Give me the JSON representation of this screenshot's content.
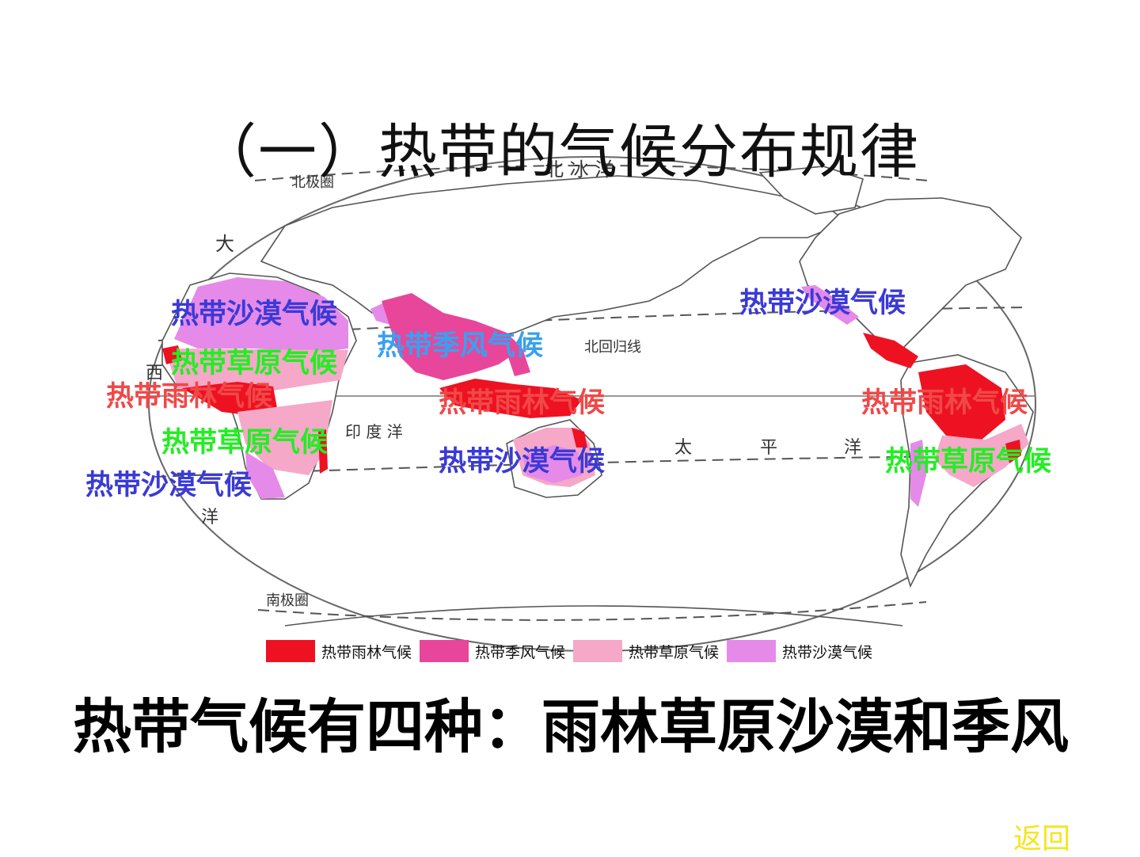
{
  "title": "（一）热带的气候分布规律",
  "colors": {
    "rainforest": "#ee1122",
    "monsoon": "#e8469a",
    "savanna": "#f5a8c8",
    "desert": "#e58ae8",
    "label_desert": "#3a3ad6",
    "label_savanna": "#22ee22",
    "label_rainforest": "#f04848",
    "label_monsoon": "#3aa0f0"
  },
  "map": {
    "place_labels": {
      "arctic_circle": "北极圈",
      "antarctic_circle": "南极圈",
      "tropic_of_cancer": "北回归线",
      "arctic_ocean": "北 冰 洋",
      "atlantic_da": "大",
      "atlantic_xi": "西",
      "atlantic_yang": "洋",
      "indian_ocean": "印 度 洋",
      "pacific_tai": "太",
      "pacific_ping": "平",
      "pacific_yang": "洋"
    },
    "climate_labels": [
      {
        "text": "热带沙漠气候",
        "type": "desert"
      },
      {
        "text": "热带草原气候",
        "type": "savanna"
      },
      {
        "text": "热带雨林气候",
        "type": "rainforest"
      },
      {
        "text": "热带草原气候",
        "type": "savanna"
      },
      {
        "text": "热带沙漠气候",
        "type": "desert"
      },
      {
        "text": "热带季风气候",
        "type": "monsoon"
      },
      {
        "text": "热带雨林气候",
        "type": "rainforest"
      },
      {
        "text": "热带沙漠气候",
        "type": "desert"
      },
      {
        "text": "热带沙漠气候",
        "type": "desert"
      },
      {
        "text": "热带雨林气候",
        "type": "rainforest"
      },
      {
        "text": "热带草原气候",
        "type": "savanna"
      }
    ]
  },
  "legend": [
    {
      "label": "热带雨林气候",
      "type": "rainforest"
    },
    {
      "label": "热带季风气候",
      "type": "monsoon"
    },
    {
      "label": "热带草原气候",
      "type": "savanna"
    },
    {
      "label": "热带沙漠气候",
      "type": "desert"
    }
  ],
  "summary": "热带气候有四种：雨林草原沙漠和季风",
  "back_link": "返回"
}
